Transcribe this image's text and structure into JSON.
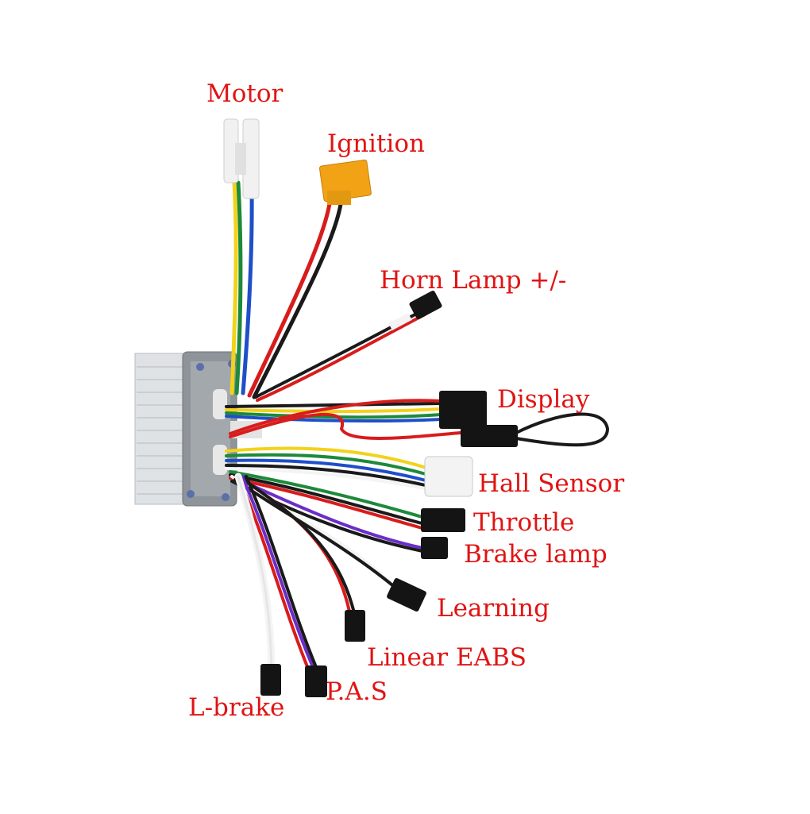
{
  "labels": {
    "motor": "Motor",
    "ignition": "Ignition",
    "horn_lamp": "Horn Lamp +/-",
    "display": "Display",
    "hall_sensor": "Hall Sensor",
    "throttle": "Throttle",
    "brake_lamp": "Brake lamp",
    "learning": "Learning",
    "linear_eabs": "Linear EABS",
    "pas": "P.A.S",
    "l_brake": "L-brake"
  },
  "colors": {
    "label": "#e01414",
    "controller_body": "#d9dcdf",
    "controller_plate": "#8a9096",
    "wire_red": "#d81c1c",
    "wire_black": "#1a1a1a",
    "wire_green": "#1d8a3a",
    "wire_blue": "#1f4fc8",
    "wire_yellow": "#f2d21b",
    "wire_white": "#f4f4f4",
    "wire_purple": "#6b2ec9",
    "connector_orange": "#f2a315"
  }
}
